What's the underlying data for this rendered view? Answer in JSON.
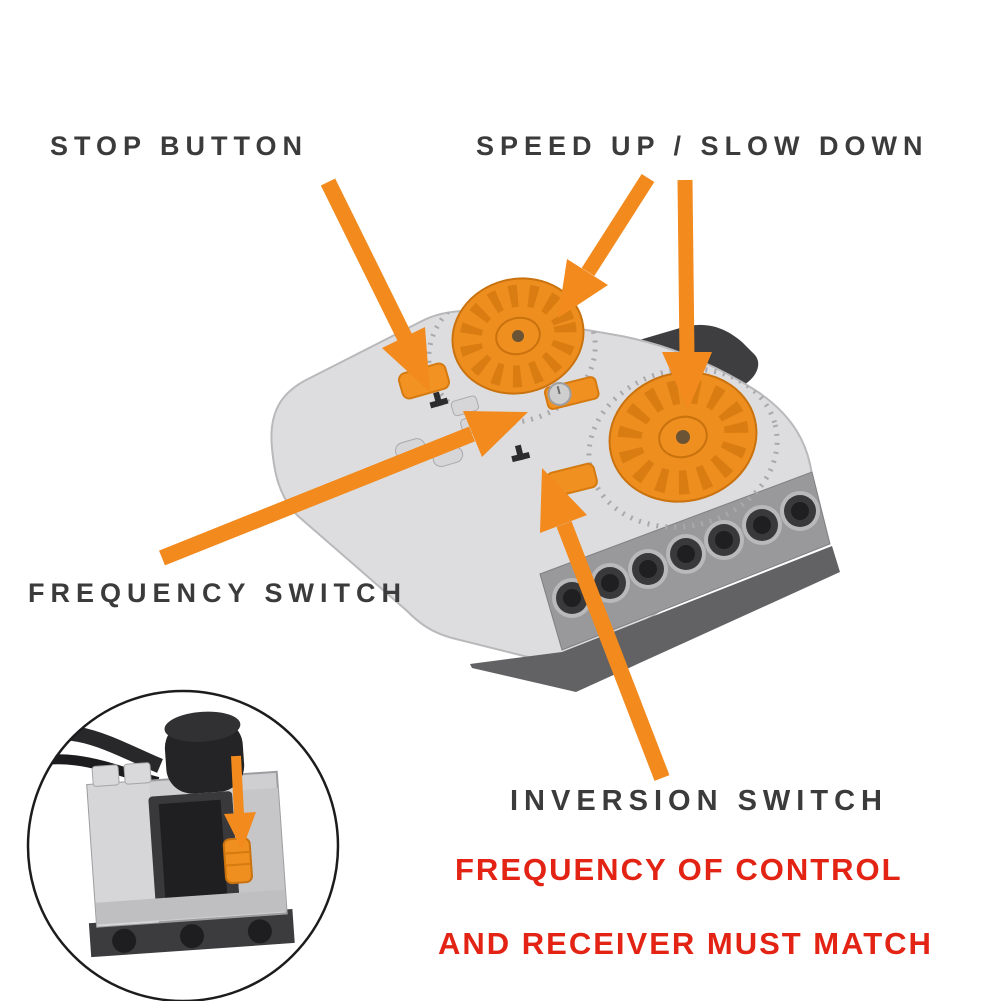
{
  "image": {
    "type": "annotated product photo",
    "subject": "IR remote control with labeled parts and receiver close-up inset"
  },
  "annotations": {
    "stop_button": {
      "label": "STOP BUTTON"
    },
    "speed": {
      "label": "SPEED UP / SLOW DOWN"
    },
    "frequency_switch": {
      "label": "FREQUENCY SWITCH"
    },
    "inversion_switch": {
      "label": "INVERSION SWITCH"
    }
  },
  "warning": {
    "line1": "FREQUENCY OF CONTROL",
    "line2": "AND RECEIVER MUST MATCH"
  },
  "icons": {
    "annotation_arrow": "tapered orange arrow with triangular head",
    "inset": "circular magnified view of IR receiver with orange channel switch"
  },
  "colors": {
    "label_text": "#3b3b3b",
    "warning_text": "#e32313",
    "arrow_orange": "#f28a1e",
    "knob_orange": "#ee8e1e",
    "remote_body_gray": "#dddddf",
    "side_gray": "#99999b",
    "dark_gray": "#3e3e40",
    "background": "#ffffff"
  }
}
